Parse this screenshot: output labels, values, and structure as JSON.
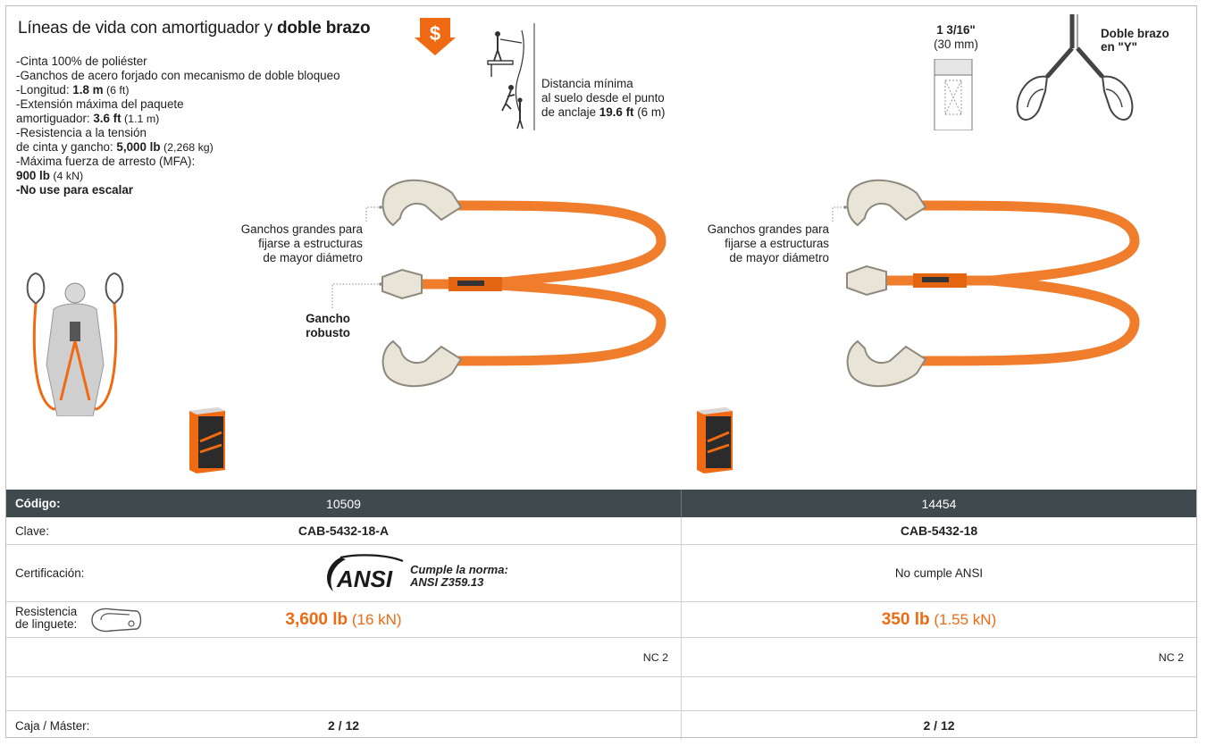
{
  "header": {
    "title_normal": "Líneas de vida con amortiguador y ",
    "title_bold": "doble brazo",
    "price_icon": "dollar-down-arrow-icon"
  },
  "specs": {
    "l1": "-Cinta 100% de poliéster",
    "l2": "-Ganchos de acero forjado con mecanismo de doble bloqueo",
    "l3_a": "-Longitud: ",
    "l3_b": "1.8 m",
    "l3_c": " (6 ft)",
    "l4": "-Extensión máxima del paquete",
    "l5_a": " amortiguador: ",
    "l5_b": "3.6 ft",
    "l5_c": " (1.1 m)",
    "l6": "-Resistencia a la tensión",
    "l7_a": " de cinta y gancho: ",
    "l7_b": "5,000 lb",
    "l7_c": " (2,268 kg)",
    "l8": "-Máxima fuerza de arresto (MFA):",
    "l9_a": " 900 lb",
    "l9_b": " (4 kN)",
    "l10": "-No use para escalar"
  },
  "fall": {
    "l1": "Distancia mínima",
    "l2": "al suelo desde el punto",
    "l3_a": "de anclaje ",
    "l3_b": "19.6 ft",
    "l3_c": " (6 m)"
  },
  "width": {
    "top": "1 3/16\"",
    "bottom": "(30 mm)"
  },
  "yarm": {
    "l1": "Doble brazo",
    "l2": "en \"Y\""
  },
  "callouts": {
    "big_hooks_1": "Ganchos grandes para",
    "big_hooks_2": "fijarse a estructuras",
    "big_hooks_3": "de mayor diámetro",
    "robust_1": "Gancho",
    "robust_2": "robusto"
  },
  "table": {
    "codigo_label": "Código:",
    "codigo": [
      "10509",
      "14454"
    ],
    "clave_label": "Clave:",
    "clave": [
      "CAB-5432-18-A",
      "CAB-5432-18"
    ],
    "cert_label": "Certificación:",
    "ansi_logo": "ANSI",
    "ansi_line1": "Cumple la norma:",
    "ansi_line2": "ANSI Z359.13",
    "no_ansi": "No cumple ANSI",
    "res_label_1": "Resistencia",
    "res_label_2": "de linguete:",
    "res_1_bold": "3,600 lb",
    "res_1_kn": " (16 kN)",
    "res_2_bold": "350 lb",
    "res_2_kn": " (1.55 kN)",
    "nc": [
      "NC 2",
      "NC 2"
    ],
    "caja_label": "Caja / Máster:",
    "caja": [
      "2 / 12",
      "2 / 12"
    ]
  },
  "colors": {
    "orange": "#ef6a12",
    "header_bar": "#3f4a4f"
  }
}
